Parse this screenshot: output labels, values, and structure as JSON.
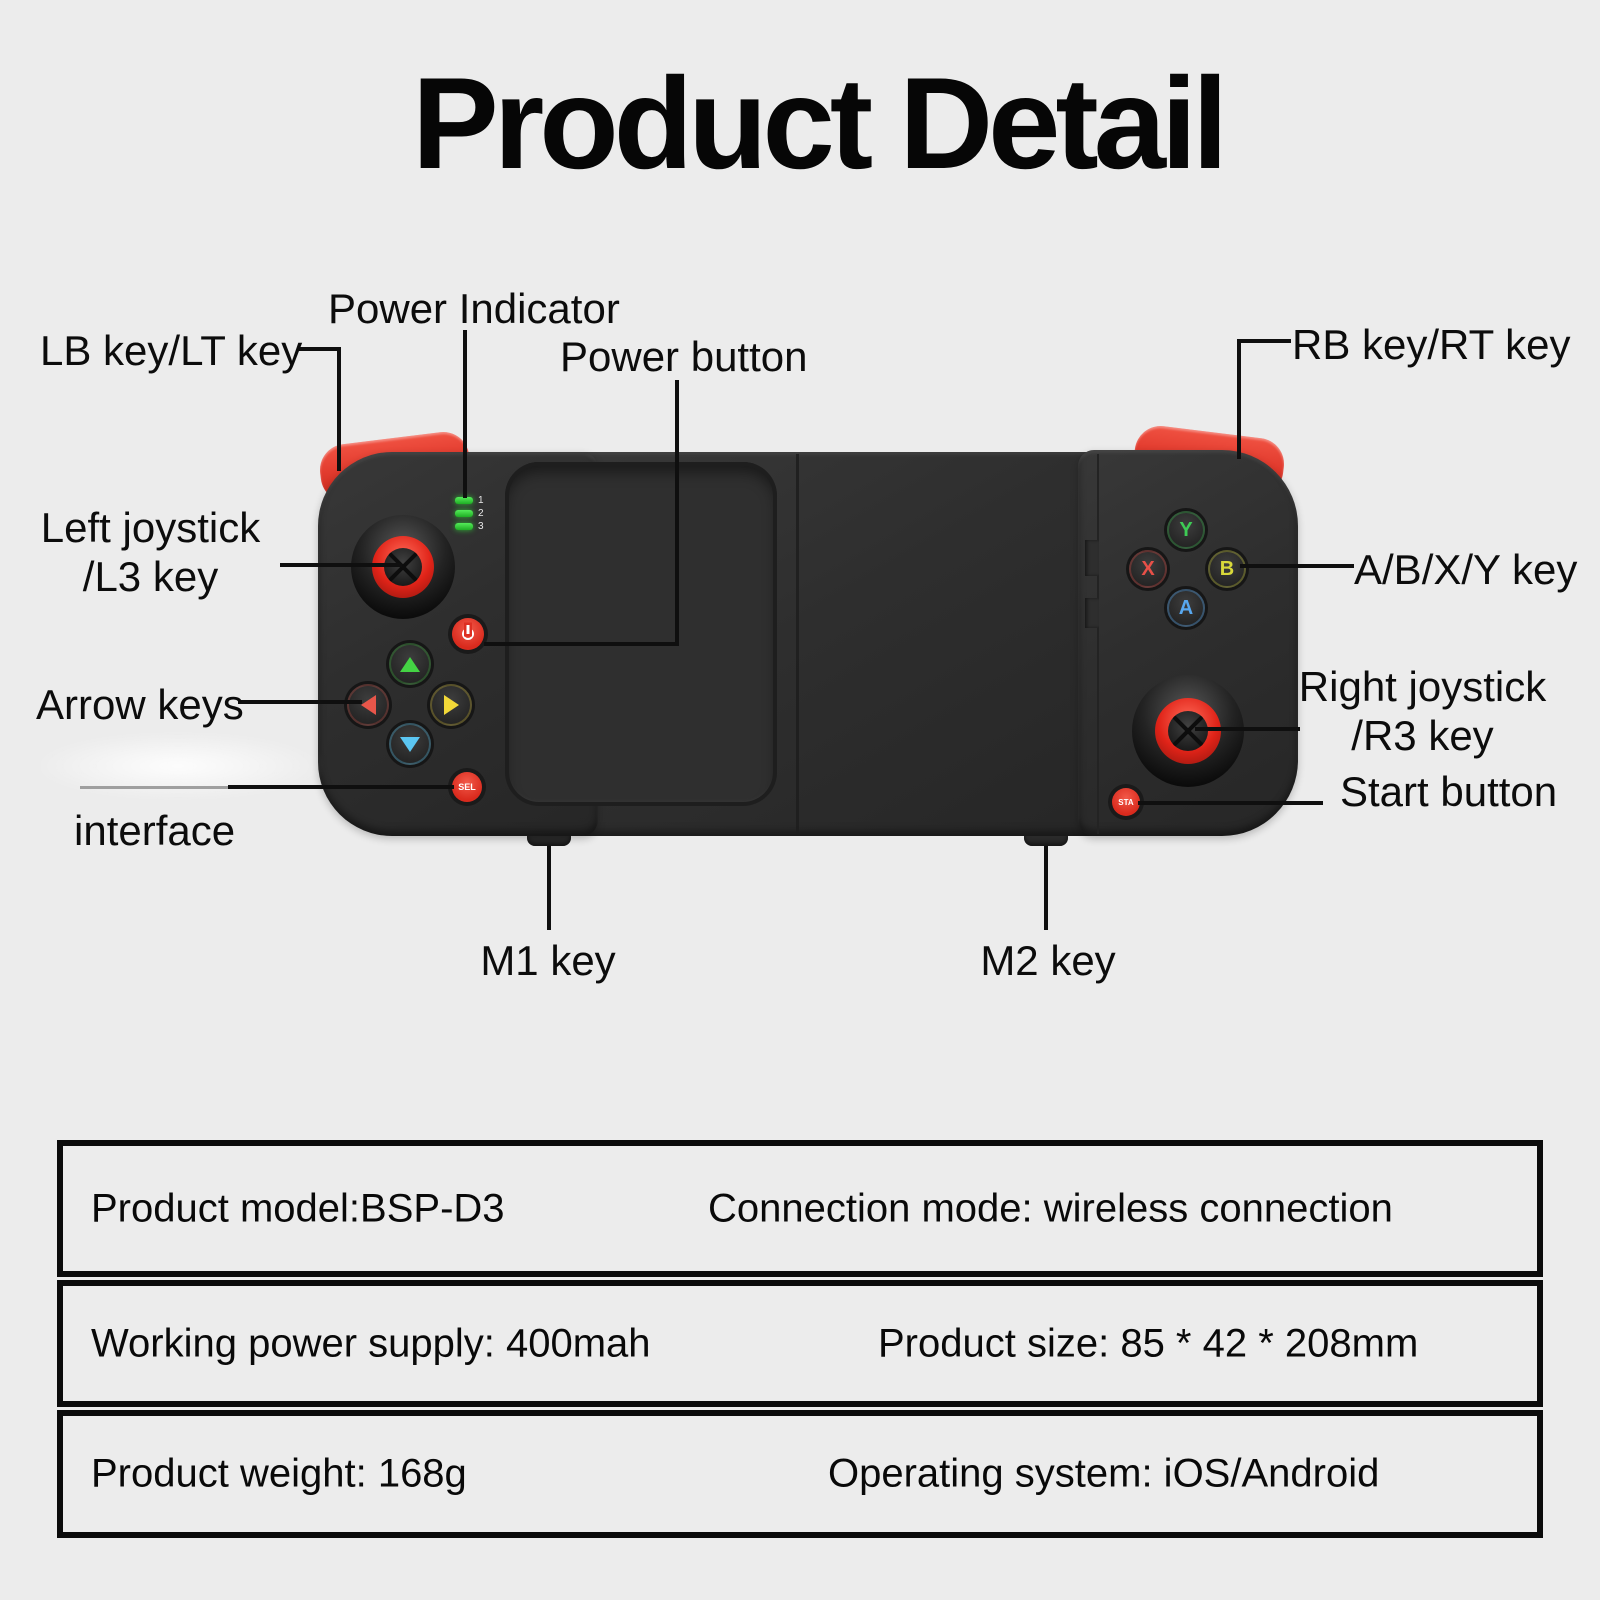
{
  "title": "Product Detail",
  "labels": {
    "lb": "LB key/LT key",
    "power_indicator": "Power Indicator",
    "power_button": "Power button",
    "rb": "RB key/RT key",
    "left_joystick_1": "Left joystick",
    "left_joystick_2": "/L3 key",
    "arrow_keys": "Arrow keys",
    "interface": "interface",
    "abxy": "A/B/X/Y key",
    "right_joystick_1": "Right joystick",
    "right_joystick_2": "/R3 key",
    "start": "Start button",
    "m1": "M1 key",
    "m2": "M2 key"
  },
  "controller": {
    "select_button": "SEL",
    "start_button": "STA",
    "face_buttons": {
      "y": "Y",
      "x": "X",
      "b": "B",
      "a": "A"
    },
    "led_numbers": [
      "1",
      "2",
      "3"
    ]
  },
  "table": {
    "rows": [
      {
        "left": "Product model:BSP-D3",
        "right": "Connection mode: wireless connection"
      },
      {
        "left": "Working power supply: 400mah",
        "right": "Product size: 85 * 42 * 208mm"
      },
      {
        "left": "Product weight: 168g",
        "right": "Operating system: iOS/Android"
      }
    ]
  },
  "colors": {
    "background": "#ececec",
    "body": "#2e2e2e",
    "accent_red": "#e23b2e",
    "led_green": "#30d936",
    "btn_y": "#3ecb55",
    "btn_x": "#e85048",
    "btn_b": "#d8d83a",
    "btn_a": "#58a8f0",
    "arrow_up": "#44d344",
    "arrow_left": "#e8564a",
    "arrow_right": "#f2d838",
    "arrow_down": "#5bc6f2"
  }
}
